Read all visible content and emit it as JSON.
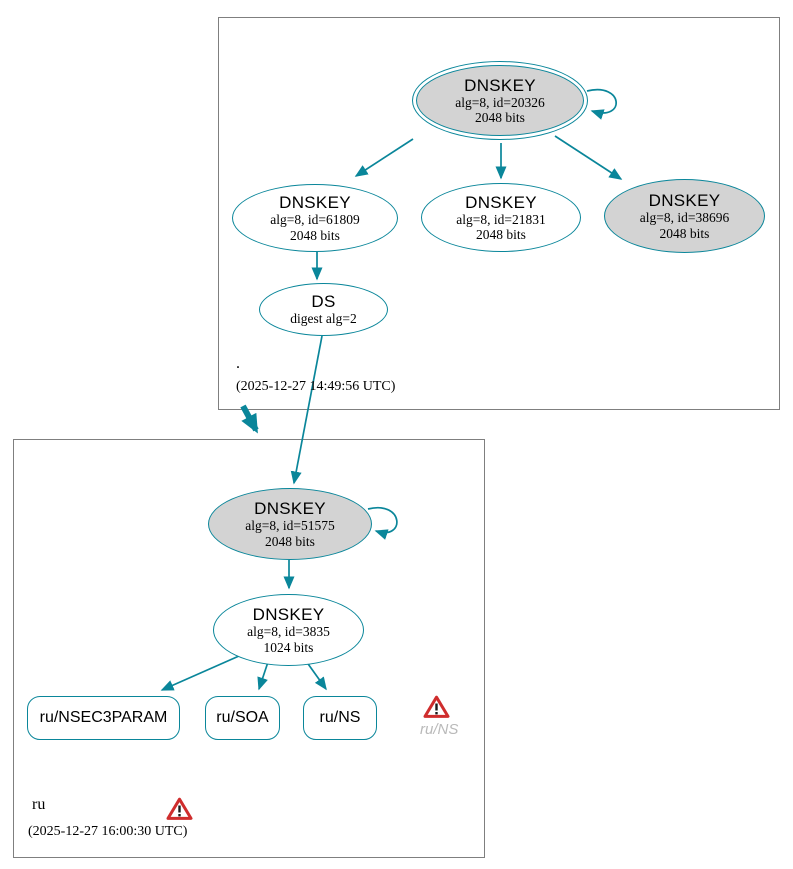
{
  "colors": {
    "edge_teal": "#0a869a",
    "node_fill_gray": "#d3d3d3",
    "node_fill_white": "#ffffff",
    "zone_box_border": "#7f7f7f",
    "warning_red": "#cf2d2d",
    "ghost_label_gray": "#b9b9b9"
  },
  "zones": {
    "root": {
      "name": ".",
      "timestamp": "(2025-12-27 14:49:56 UTC)",
      "nodes": {
        "ksk": {
          "title": "DNSKEY",
          "detail1": "alg=8, id=20326",
          "detail2": "2048 bits"
        },
        "zsk1": {
          "title": "DNSKEY",
          "detail1": "alg=8, id=61809",
          "detail2": "2048 bits"
        },
        "zsk2": {
          "title": "DNSKEY",
          "detail1": "alg=8, id=21831",
          "detail2": "2048 bits"
        },
        "zsk3": {
          "title": "DNSKEY",
          "detail1": "alg=8, id=38696",
          "detail2": "2048 bits"
        },
        "ds": {
          "title": "DS",
          "detail1": "digest alg=2"
        }
      }
    },
    "ru": {
      "name": "ru",
      "timestamp": "(2025-12-27 16:00:30 UTC)",
      "nodes": {
        "ksk": {
          "title": "DNSKEY",
          "detail1": "alg=8, id=51575",
          "detail2": "2048 bits"
        },
        "zsk": {
          "title": "DNSKEY",
          "detail1": "alg=8, id=3835",
          "detail2": "1024 bits"
        },
        "nsec3param": {
          "label": "ru/NSEC3PARAM"
        },
        "soa": {
          "label": "ru/SOA"
        },
        "ns": {
          "label": "ru/NS"
        }
      },
      "warning_rrset_label": "ru/NS"
    }
  }
}
